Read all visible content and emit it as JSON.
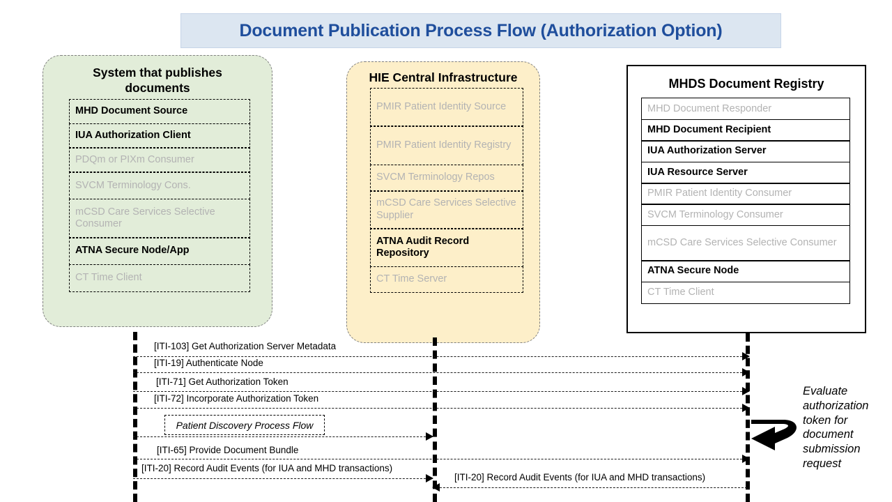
{
  "title": {
    "text": "Document Publication Process Flow (Authorization Option)",
    "background": "#dce6f1",
    "color": "#1f4e9c"
  },
  "panels": [
    {
      "id": "publisher",
      "name": "System that publishes documents",
      "background": "#e2edd9",
      "actors": [
        {
          "label": "MHD Document Source",
          "state": "active"
        },
        {
          "label": "IUA Authorization Client",
          "state": "active"
        },
        {
          "label": "PDQm or PIXm Consumer",
          "state": "inactive"
        },
        {
          "label": "SVCM Terminology Cons.",
          "state": "inactive"
        },
        {
          "label": "mCSD Care Services Selective Consumer",
          "state": "inactive"
        },
        {
          "label": "ATNA Secure Node/App",
          "state": "active"
        },
        {
          "label": "CT Time Client",
          "state": "inactive"
        }
      ]
    },
    {
      "id": "hie",
      "name": "HIE Central Infrastructure",
      "background": "#fdefc9",
      "actors": [
        {
          "label": "PMIR Patient Identity Source",
          "state": "inactive"
        },
        {
          "label": "PMIR Patient Identity Registry",
          "state": "inactive"
        },
        {
          "label": "SVCM Terminology Repos",
          "state": "inactive"
        },
        {
          "label": "mCSD Care Services Selective Supplier",
          "state": "inactive"
        },
        {
          "label": "ATNA Audit Record Repository",
          "state": "active"
        },
        {
          "label": "CT Time Server",
          "state": "inactive"
        }
      ]
    },
    {
      "id": "registry",
      "name": "MHDS Document Registry",
      "background": "#ffffff",
      "actors": [
        {
          "label": "MHD Document Responder",
          "state": "inactive"
        },
        {
          "label": "MHD Document Recipient",
          "state": "active"
        },
        {
          "label": "IUA Authorization Server",
          "state": "active"
        },
        {
          "label": "IUA Resource Server",
          "state": "active"
        },
        {
          "label": "PMIR Patient Identity Consumer",
          "state": "inactive"
        },
        {
          "label": "SVCM Terminology Consumer",
          "state": "inactive"
        },
        {
          "label": "mCSD Care Services Selective Consumer",
          "state": "inactive"
        },
        {
          "label": "ATNA Secure Node",
          "state": "active"
        },
        {
          "label": "CT Time Client",
          "state": "inactive"
        }
      ]
    }
  ],
  "messages": [
    {
      "label": "[ITI-103] Get Authorization Server Metadata",
      "from": "publisher",
      "to": "registry"
    },
    {
      "label": "[ITI-19] Authenticate Node",
      "from": "publisher",
      "to": "registry"
    },
    {
      "label": "[ITI-71] Get Authorization Token",
      "from": "publisher",
      "to": "registry"
    },
    {
      "label": "[ITI-72] Incorporate Authorization Token",
      "from": "publisher",
      "to": "registry"
    },
    {
      "label": "[ITI-65] Provide Document Bundle",
      "from": "publisher",
      "to": "registry"
    },
    {
      "label": "[ITI-20] Record Audit Events (for IUA and MHD transactions)",
      "from": "publisher",
      "to": "hie"
    },
    {
      "label": "[ITI-20] Record Audit Events (for IUA and MHD transactions)",
      "from": "registry",
      "to": "hie"
    }
  ],
  "subprocess": {
    "label": "Patient Discovery Process Flow"
  },
  "note": {
    "text": "Evaluate authorization token for document submission request"
  }
}
